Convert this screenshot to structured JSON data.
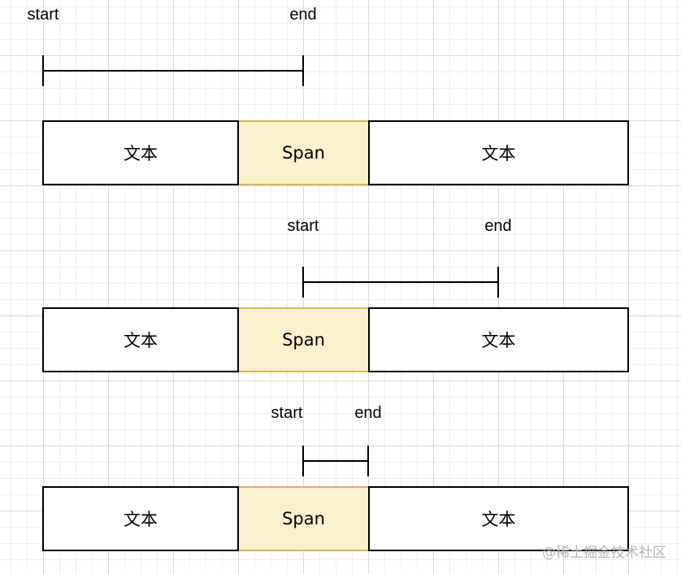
{
  "labels": {
    "start": "start",
    "end": "end"
  },
  "segments": {
    "text": "文本",
    "span": "Span"
  },
  "colors": {
    "span_fill": "#fbf0cd",
    "span_border": "#d6b656",
    "grid_major": "#d9d9d9",
    "grid_minor": "#efefef"
  },
  "watermark": "@稀土掘金技术社区"
}
